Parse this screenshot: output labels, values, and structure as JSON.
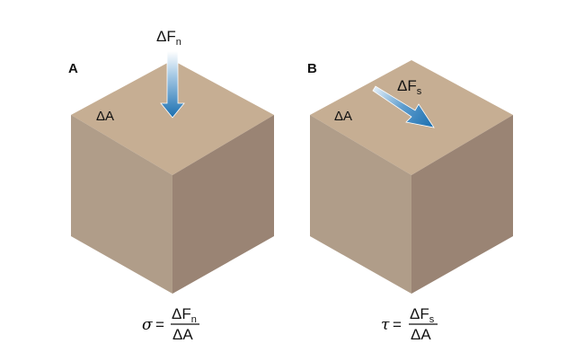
{
  "panels": [
    {
      "letter": "A",
      "area_label": "ΔA",
      "force_label": "ΔF",
      "force_subscript": "n",
      "equation": {
        "symbol": "σ",
        "equals": "=",
        "numerator": "ΔF",
        "numerator_subscript": "n",
        "denominator": "ΔA"
      }
    },
    {
      "letter": "B",
      "area_label": "ΔA",
      "force_label": "ΔF",
      "force_subscript": "s",
      "equation": {
        "symbol": "τ",
        "equals": "=",
        "numerator": "ΔF",
        "numerator_subscript": "s",
        "denominator": "ΔA"
      }
    }
  ],
  "colors": {
    "cube_top": "#c6ae93",
    "cube_left": "#b09d89",
    "cube_right": "#9a8474",
    "arrow": "#1a6fb0",
    "arrow_light": "#e4f0fa"
  }
}
